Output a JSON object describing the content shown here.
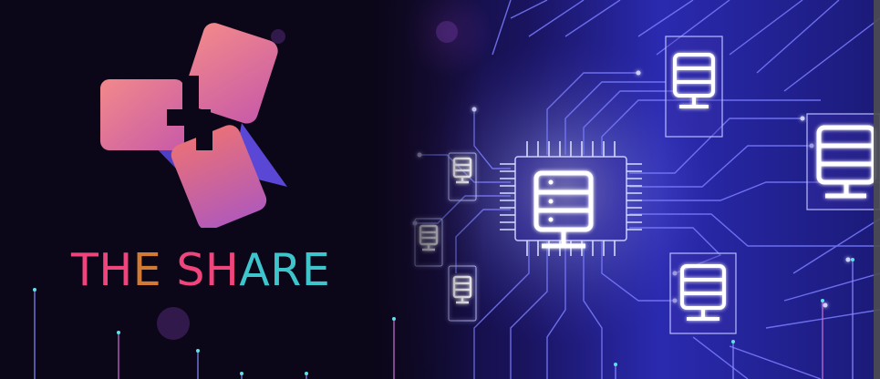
{
  "brand": {
    "segments": [
      {
        "text": "THE ",
        "color": "#f0447c"
      },
      {
        "text": "SH",
        "color": "#f0447c"
      },
      {
        "text": "ARE",
        "color": "#3ec5cc"
      }
    ]
  },
  "colors": {
    "brand_pink": "#f0447c",
    "brand_orange": "#d07a33",
    "brand_cyan": "#3ec5cc",
    "logo_purple": "#5a47d6",
    "logo_peach": "#ee7e86",
    "logo_mauve": "#b45ab0",
    "circuit_glow": "#a8b0ff",
    "circuit_line": "#6a6af0"
  },
  "icons": {
    "logo": "four-card-pinwheel-logo",
    "server": "server-monitor-icon"
  }
}
